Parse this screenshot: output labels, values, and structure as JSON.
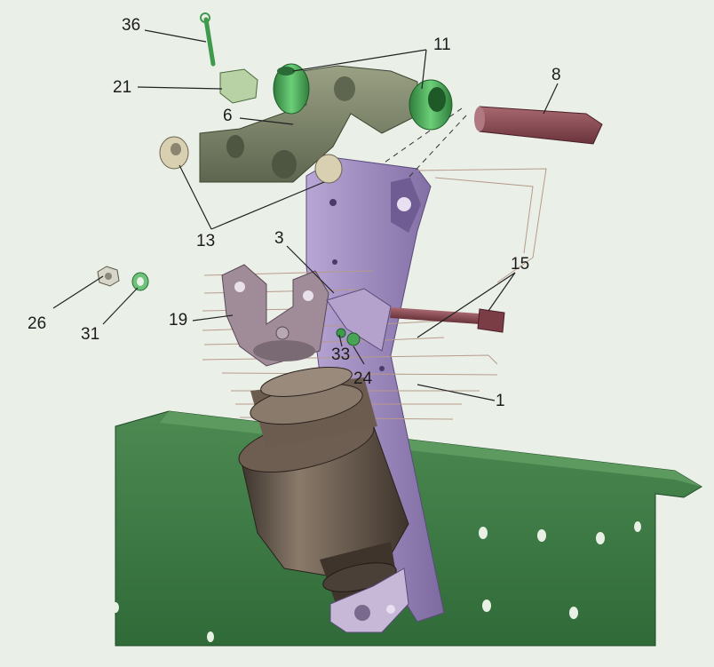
{
  "diagram": {
    "callouts": [
      {
        "id": "c36",
        "text": "36"
      },
      {
        "id": "c11",
        "text": "11"
      },
      {
        "id": "c8",
        "text": "8"
      },
      {
        "id": "c21",
        "text": "21"
      },
      {
        "id": "c6",
        "text": "6"
      },
      {
        "id": "c13",
        "text": "13"
      },
      {
        "id": "c3",
        "text": "3"
      },
      {
        "id": "c15",
        "text": "15"
      },
      {
        "id": "c26",
        "text": "26"
      },
      {
        "id": "c31",
        "text": "31"
      },
      {
        "id": "c19",
        "text": "19"
      },
      {
        "id": "c33",
        "text": "33"
      },
      {
        "id": "c24",
        "text": "24"
      },
      {
        "id": "c1",
        "text": "1"
      }
    ],
    "colors": {
      "background": "#eaf0e8",
      "frame_plate": "#3f7a46",
      "bracket": "#a08cc0",
      "pin_8": "#8a4a52",
      "bushing_11": "#4aa458",
      "lever_6": "#7d8668",
      "shock_absorber": "#5a4a40"
    }
  }
}
